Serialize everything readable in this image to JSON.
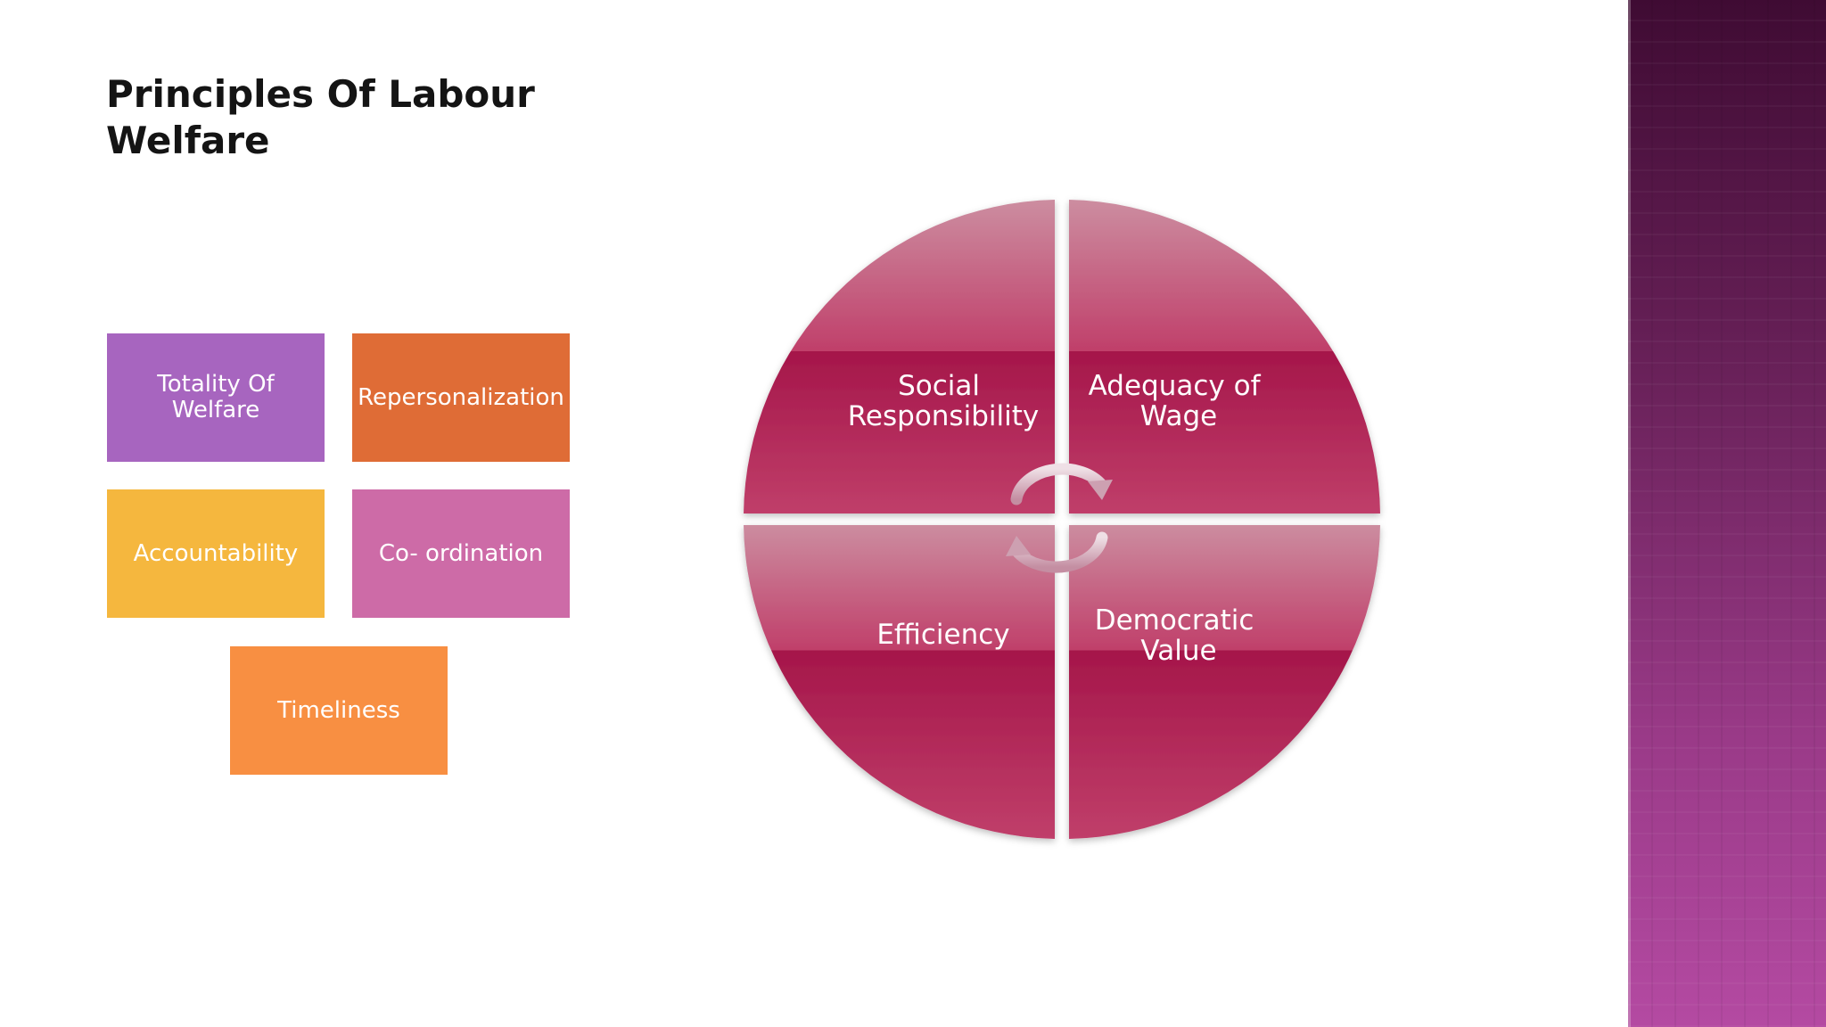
{
  "slide": {
    "title_line1": "Principles Of Labour",
    "title_line2": "Welfare"
  },
  "boxes": [
    {
      "lines": [
        "Totality Of",
        "Welfare"
      ],
      "color": "#a765bf"
    },
    {
      "lines": [
        "Repersonalization"
      ],
      "color": "#df6c36"
    },
    {
      "lines": [
        "Accountability"
      ],
      "color": "#f5b73e"
    },
    {
      "lines": [
        "Co- ordination"
      ],
      "color": "#cd6ba7"
    },
    {
      "lines": [
        "Timeliness"
      ],
      "color": "#f88f42"
    }
  ],
  "cycle": {
    "quadrants": [
      {
        "lines": [
          "Social",
          "Responsibility"
        ]
      },
      {
        "lines": [
          "Adequacy of",
          "Wage"
        ]
      },
      {
        "lines": [
          "Efficiency"
        ]
      },
      {
        "lines": [
          "Democratic",
          "Value"
        ]
      }
    ],
    "colors": {
      "deep": "#a5164a",
      "mid": "#c03f6a",
      "light": "#cc8da0"
    }
  },
  "colors": {
    "side_band_top": "#3f0b33",
    "side_band_bottom": "#b44aa2"
  }
}
